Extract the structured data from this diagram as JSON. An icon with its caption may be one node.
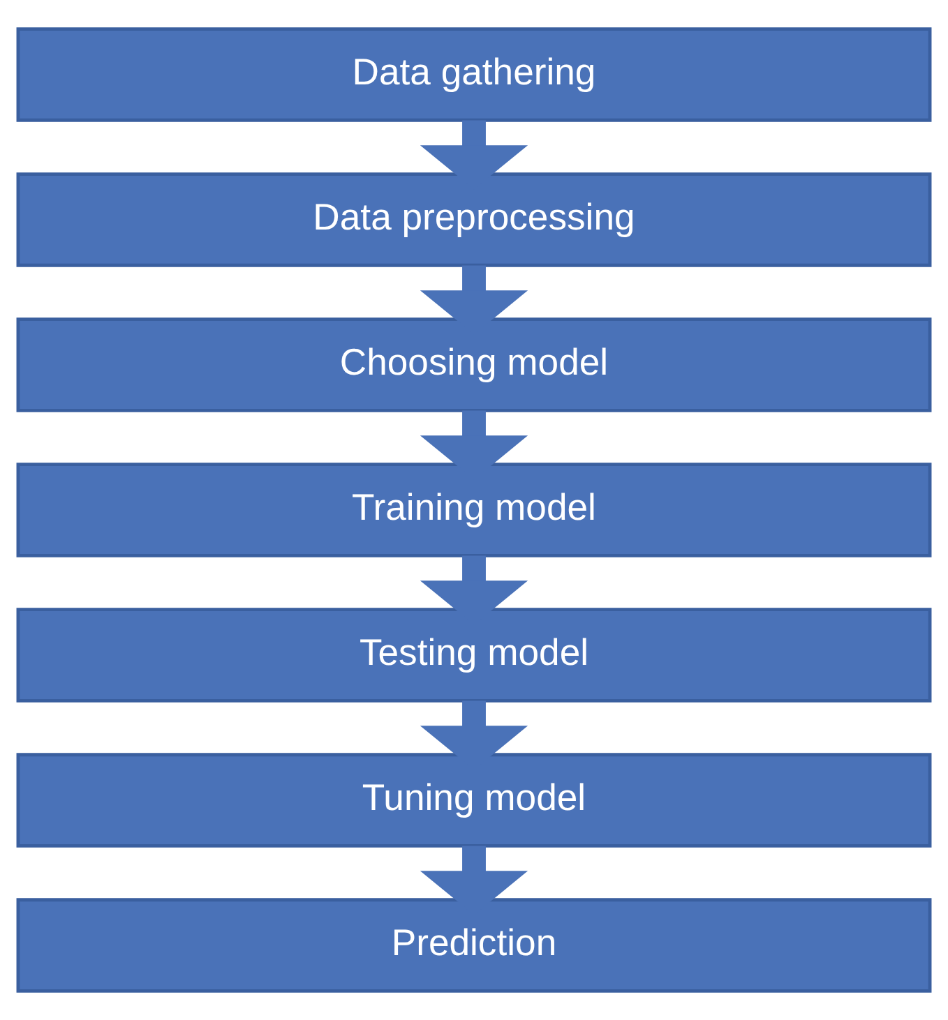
{
  "diagram": {
    "nodes": [
      {
        "text": [
          "Data gathering"
        ]
      },
      {
        "text": [
          "Data preprocessing"
        ]
      },
      {
        "text": [
          "Choosing model"
        ]
      },
      {
        "text": [
          "Training model"
        ]
      },
      {
        "text": [
          "Testing model"
        ]
      },
      {
        "text": [
          "Tuning model"
        ]
      },
      {
        "text": [
          "Prediction"
        ]
      }
    ],
    "edges": [
      {
        "from": 0,
        "to": 1,
        "arrow": "to"
      },
      {
        "from": 1,
        "to": 2,
        "arrow": "to"
      },
      {
        "from": 2,
        "to": 3,
        "arrow": "to"
      },
      {
        "from": 3,
        "to": 4,
        "arrow": "to"
      },
      {
        "from": 4,
        "to": 5,
        "arrow": "to"
      },
      {
        "from": 5,
        "to": 6,
        "arrow": "to"
      }
    ]
  }
}
